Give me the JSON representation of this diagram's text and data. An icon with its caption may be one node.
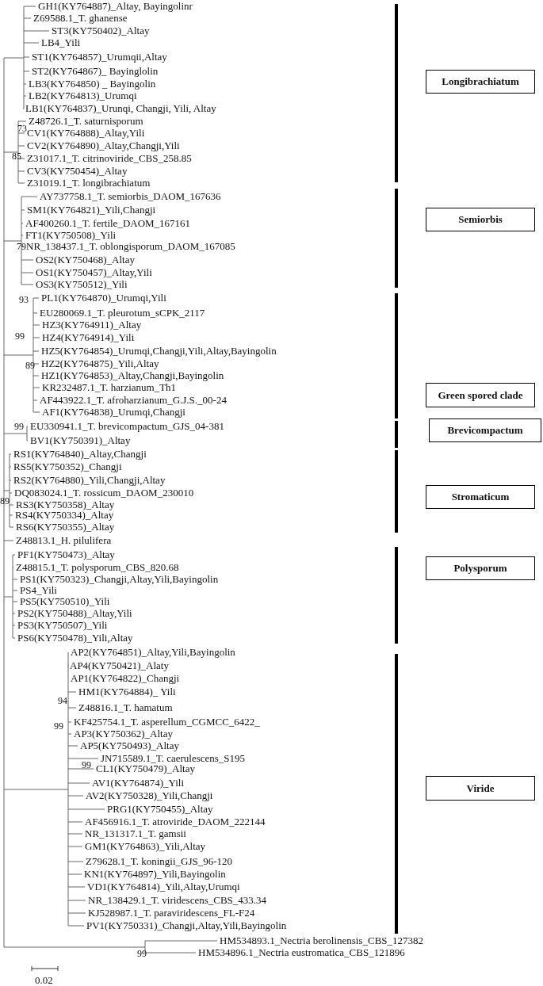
{
  "diagram": {
    "nodes": [
      {
        "text": [
          "Longibrachiatum"
        ]
      },
      {
        "text": [
          "Semiorbis"
        ]
      },
      {
        "text": [
          "Green spored clade"
        ]
      },
      {
        "text": [
          "Brevicompactum"
        ]
      },
      {
        "text": [
          "Stromaticum"
        ]
      },
      {
        "text": [
          "Polysporum"
        ]
      },
      {
        "text": [
          "Viride"
        ]
      }
    ],
    "labels": [
      "GH1(KY764887)_Altay, Bayingolinr",
      "Z69588.1_T. ghanense",
      "ST3(KY750402)_Altay",
      "LB4_Yili",
      "ST1(KY764857)_Urumqii,Altay",
      "ST2(KY764867)_ Bayinglolin",
      "LB3(KY764850) _ Bayingolin",
      "LB2(KY764813)_Urumqi",
      "LB1(KY764837)_Urunqi, Changji, Yili, Altay",
      "Z48726.1_T. saturnisporum",
      "73",
      "CV1(KY764888)_Altay,Yili",
      "CV2(KY764890)_Altay,Changji,Yili",
      "85",
      "Z31017.1_T. citrinoviride_CBS_258.85",
      "CV3(KY750454)_Altay",
      "Z31019.1_T. longibrachiatum",
      "AY737758.1_T. semiorbis_DAOM_167636",
      "SM1(KY764821)_Yili,Changji",
      "AF400260.1_T. fertile_DAOM_167161",
      "FT1(KY750508)_Yili",
      "79",
      "NR_138437.1_T. oblongisporum_DAOM_167085",
      "OS2(KY750468)_Altay",
      "OS1(KY750457)_Altay,Yili",
      "OS3(KY750512)_Yili",
      "93",
      "PL1(KY764870)_Urumqi,Yili",
      "EU280069.1_T. pleurotum_sCPK_2117",
      "HZ3(KY764911)_Altay",
      "99",
      "HZ4(KY764914)_Yili",
      "HZ5(KY764854)_Urumqi,Changji,Yili,Altay,Bayingolin",
      "89",
      "HZ2(KY764875)_Yili,Altay",
      "HZ1(KY764853)_Altay,Changji,Bayingolin",
      "KR232487.1_T. harzianum_Th1",
      "AF443922.1_T. afroharzianum_G.J.S._00-24",
      "AF1(KY764838)_Urumqi,Changji",
      "99",
      "EU330941.1_T. brevicompactum_GJS_04-381",
      "BV1(KY750391)_Altay",
      "RS1(KY764840)_Altay,Changji",
      "RS5(KY750352)_Changji",
      "RS2(KY764880)_Yili,Changji,Altay",
      "DQ083024.1_T. rossicum_DAOM_230010",
      "89",
      "RS3(KY750358)_Altay",
      "RS4(KY750334)_Altay",
      "RS6(KY750355)_Altay",
      "Z48813.1_H. pilulifera",
      "PF1(KY750473)_Altay",
      "Z48815.1_T. polysporum_CBS_820.68",
      "PS1(KY750323)_Changji,Altay,Yili,Bayingolin",
      "PS4_Yili",
      "PS5(KY750510)_Yili",
      "PS2(KY750488)_Altay,Yili",
      "PS3(KY750507)_Yili",
      "PS6(KY750478)_Yili,Altay",
      "AP2(KY764851)_Altay,Yili,Bayingolin",
      "AP4(KY750421)_Alaty",
      "AP1(KY764822)_Changji",
      "HM1(KY764884)_ Yili",
      "94",
      "Z48816.1_T. hamatum",
      "KF425754.1_T. asperellum_CGMCC_6422_",
      "99",
      "AP3(KY750362)_Altay",
      "AP5(KY750493)_Altay",
      "JN715589.1_T. caerulescens_S195",
      "99",
      "CL1(KY750479)_Altay",
      "AV1(KY764874)_Yili",
      "AV2(KY750328)_Yili,Changji",
      "PRG1(KY750455)_Altay",
      "AF456916.1_T. atroviride_DAOM_222144",
      "NR_131317.1_T. gamsii",
      "GM1(KY764863)_Yili,Altay",
      "Z79628.1_T. koningii_GJS_96-120",
      "KN1(KY764897)_Yili,Bayingolin",
      "VD1(KY764814)_Yili,Altay,Urumqi",
      "NR_138429.1_T. viridescens_CBS_433.34",
      "KJ528987.1_T. paraviridescens_FL-F24",
      "PV1(KY750331)_Changji,Altay,Yili,Bayingolin",
      "HM534893.1_Nectria berolinensis_CBS_127382",
      "99",
      "HM534896.1_Nectria eustromatica_CBS_121896",
      "0.02"
    ]
  }
}
